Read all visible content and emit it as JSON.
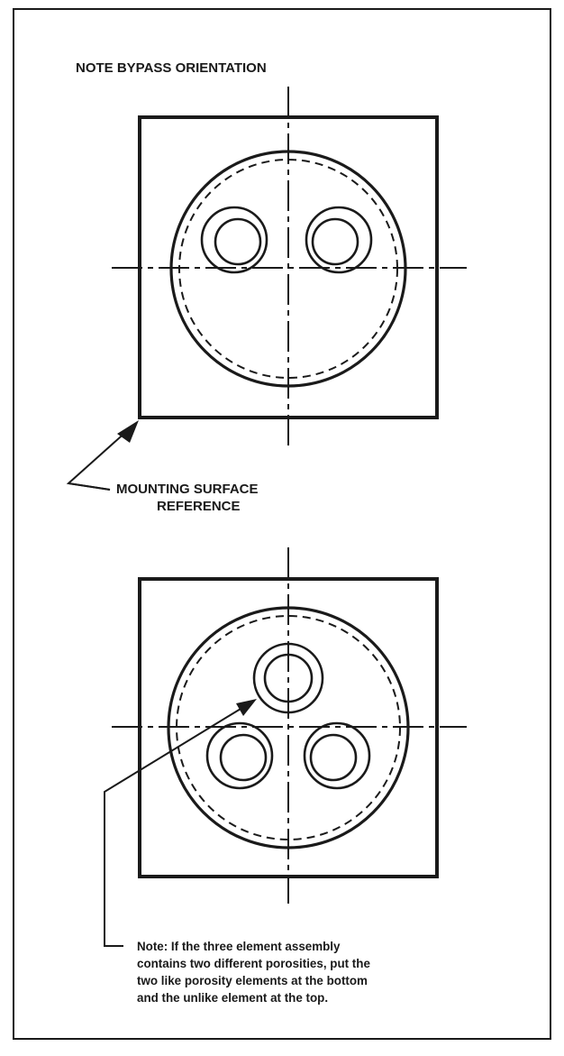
{
  "heading": "NOTE BYPASS ORIENTATION",
  "mounting_label": {
    "line1": "MOUNTING SURFACE",
    "line2": "REFERENCE"
  },
  "note_lines": [
    "Note: If the three element assembly",
    "contains two different porosities, put the",
    "two like porosity elements at the bottom",
    "and the unlike element at the top."
  ]
}
